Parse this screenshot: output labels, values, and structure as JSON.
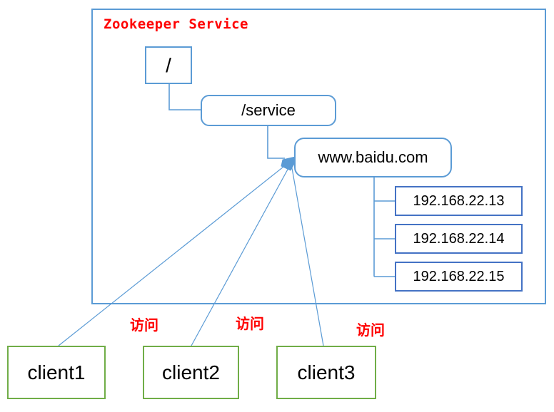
{
  "diagram": {
    "title": "Zookeeper Service",
    "tree": {
      "root_node": "/",
      "service_node": "/service",
      "domain_node": "www.baidu.com",
      "ip_nodes": [
        "192.168.22.13",
        "192.168.22.14",
        "192.168.22.15"
      ]
    },
    "clients": [
      "client1",
      "client2",
      "client3"
    ],
    "access_labels": [
      "访问",
      "访问",
      "访问"
    ],
    "colors": {
      "frame_blue": "#5B9BD5",
      "ip_border_blue": "#4472C4",
      "client_green": "#70AD47",
      "label_red": "#FF0000"
    }
  }
}
